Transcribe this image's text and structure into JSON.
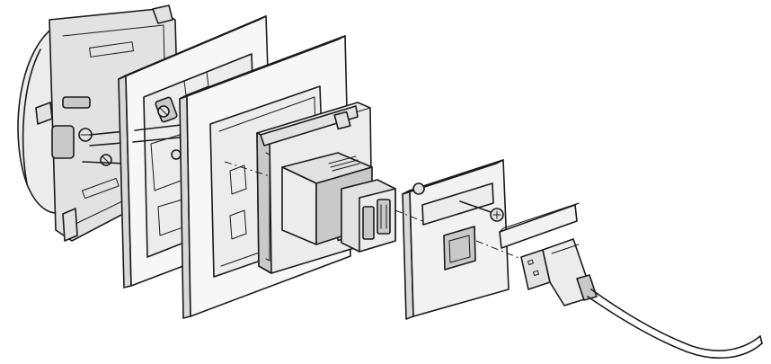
{
  "colors": {
    "background": "#ffffff",
    "stroke": "#1a1a1a",
    "frame_fill": "#f7f7f7",
    "frame_edge": "#d9d9d9",
    "module_fill": "#ececec",
    "module_dark": "#c9c9c9",
    "plate_fill": "#f2f2f2",
    "metal": "#e2e2e2"
  },
  "parts": [
    {
      "id": "flush-mounting-box",
      "icon": "mounting-box-icon"
    },
    {
      "id": "mounting-frame",
      "icon": "frame-icon"
    },
    {
      "id": "cover-frame",
      "icon": "frame-icon"
    },
    {
      "id": "usb-charger-module",
      "icon": "usb-module-icon"
    },
    {
      "id": "center-cover-plate",
      "icon": "cover-plate-icon"
    },
    {
      "id": "fixing-screw",
      "icon": "screw-icon"
    },
    {
      "id": "usb-cable",
      "icon": "usb-plug-icon"
    }
  ]
}
